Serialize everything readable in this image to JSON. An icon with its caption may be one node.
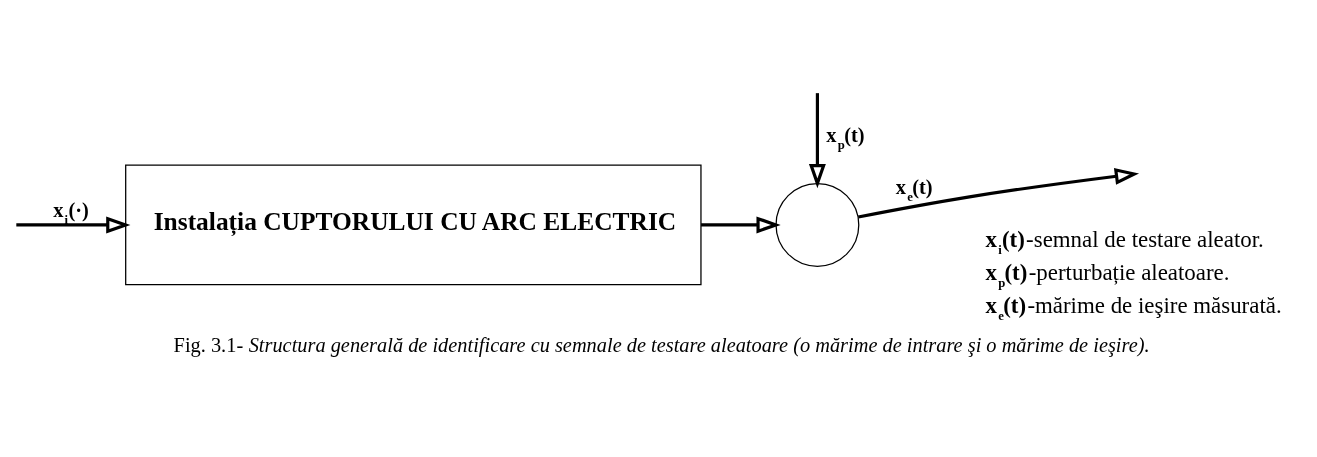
{
  "diagram": {
    "caption": "Fig. 3.1- *Structura generală de identificare cu semnale de testare aleatoare (o mărime de intrare şi o mărime de ieşire).*",
    "nodes": [
      {
        "text": [
          "Instalația CUPTORULUI CU ARC ELECTRIC"
        ]
      },
      {
        "text": [],
        "shape": "circle"
      }
    ],
    "edges": [
      {
        "from": null,
        "to": 0,
        "arrow": "to",
        "label": "**x$_{i}$(·)**"
      },
      {
        "from": 0,
        "to": 1,
        "arrow": "to"
      },
      {
        "from": 1,
        "to": null,
        "arrow": "to",
        "label": "**x$_{e}$(t)**"
      },
      {
        "from": null,
        "to": 1,
        "arrow": "to",
        "label": "**x$_{p}$(t)**"
      }
    ],
    "labels": [
      "**x$_{i}$(t)**-semnal de testare aleator.",
      "**x$_{p}$(t)**-perturbație aleatoare.",
      "**x$_{e}$(t)**-mărime de ieşire măsurată."
    ]
  }
}
